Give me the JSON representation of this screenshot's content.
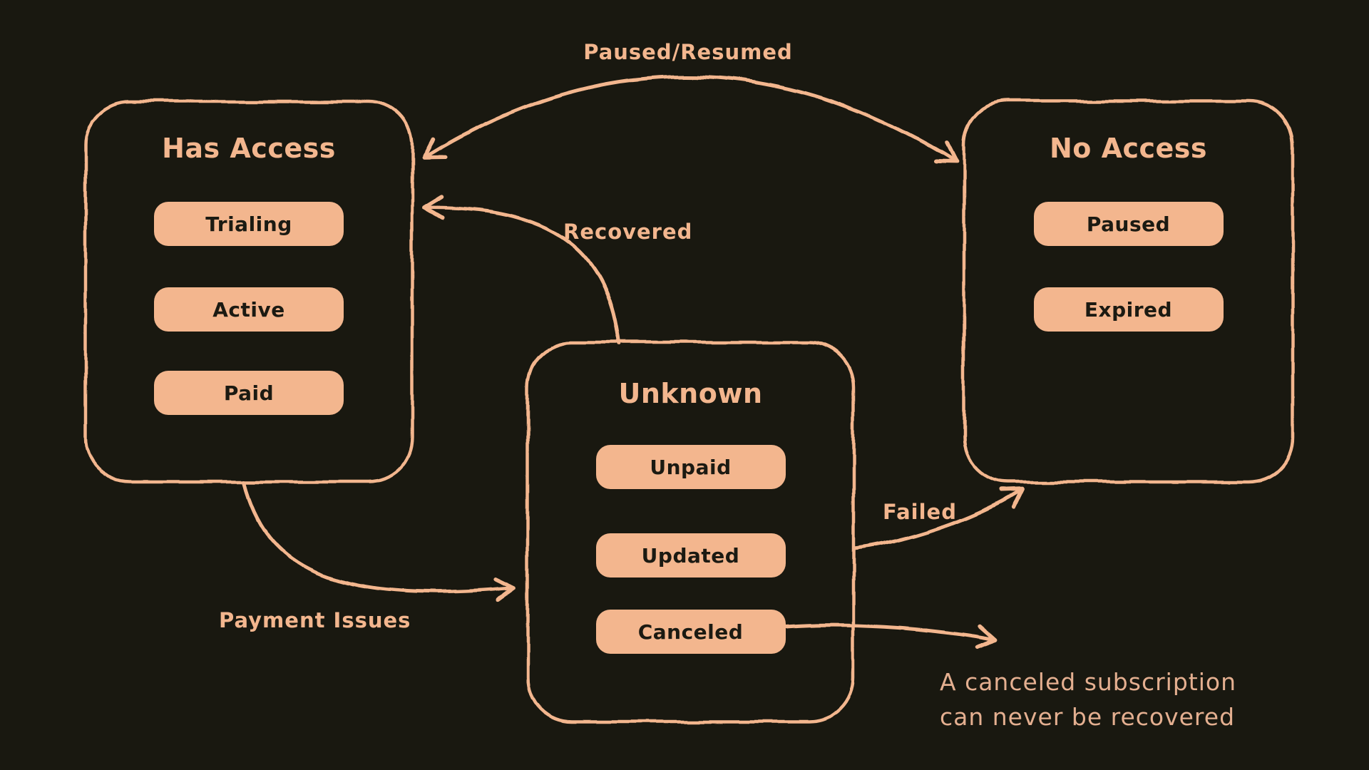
{
  "colors": {
    "bg": "#191810",
    "accent": "#f3b68e",
    "pill_fill": "#f3b68e",
    "pill_text": "#1b1a12",
    "note_text": "#e4af90"
  },
  "nodes": [
    {
      "id": "has-access",
      "title": "Has Access",
      "pills": [
        "Trialing",
        "Active",
        "Paid"
      ]
    },
    {
      "id": "no-access",
      "title": "No Access",
      "pills": [
        "Paused",
        "Expired"
      ]
    },
    {
      "id": "unknown",
      "title": "Unknown",
      "pills": [
        "Unpaid",
        "Updated",
        "Canceled"
      ]
    }
  ],
  "edges": [
    {
      "id": "paused-resumed",
      "label": "Paused/Resumed",
      "from": "has-access",
      "to": "no-access",
      "bidirectional": true
    },
    {
      "id": "recovered",
      "label": "Recovered",
      "from": "unknown",
      "to": "has-access",
      "bidirectional": false
    },
    {
      "id": "payment-issues",
      "label": "Payment Issues",
      "from": "has-access",
      "to": "unknown",
      "bidirectional": false
    },
    {
      "id": "failed",
      "label": "Failed",
      "from": "unknown",
      "to": "no-access",
      "bidirectional": false
    },
    {
      "id": "canceled-note",
      "label": "",
      "from": "canceled",
      "to": "note",
      "bidirectional": false
    }
  ],
  "note": {
    "line1": "A canceled subscription",
    "line2": "can never be recovered"
  }
}
